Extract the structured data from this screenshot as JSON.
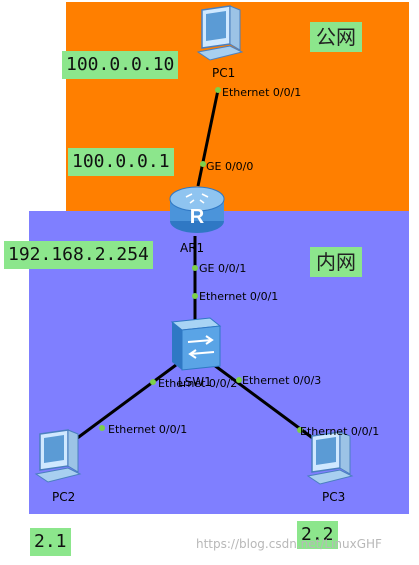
{
  "zones": {
    "public": {
      "title": "公网",
      "color": "#FF7F00"
    },
    "private": {
      "title": "内网",
      "color": "#7F7FFF"
    }
  },
  "tags": {
    "pc1_ip": "100.0.0.10",
    "ar1_public_ip": "100.0.0.1",
    "ar1_private_ip": "192.168.2.254",
    "pc2_ip": "2.1",
    "pc3_ip": "2.2",
    "color": "#8CE68C"
  },
  "devices": {
    "pc1": {
      "label": "PC1",
      "icon": "pc-icon"
    },
    "ar1": {
      "label": "AR1",
      "icon": "router-icon"
    },
    "lsw1": {
      "label": "LSW1",
      "icon": "switch-icon"
    },
    "pc2": {
      "label": "PC2",
      "icon": "pc-icon"
    },
    "pc3": {
      "label": "PC3",
      "icon": "pc-icon"
    }
  },
  "ports": {
    "pc1_eth": "Ethernet 0/0/1",
    "ar1_ge000": "GE 0/0/0",
    "ar1_ge001": "GE 0/0/1",
    "lsw1_eth1": "Ethernet 0/0/1",
    "lsw1_eth2": "Ethernet 0/0/2",
    "lsw1_eth3": "Ethernet 0/0/3",
    "pc2_eth": "Ethernet 0/0/1",
    "pc3_eth": "Ethernet 0/0/1"
  },
  "watermark": "https://blog.csdn.net/LinuxGHF"
}
